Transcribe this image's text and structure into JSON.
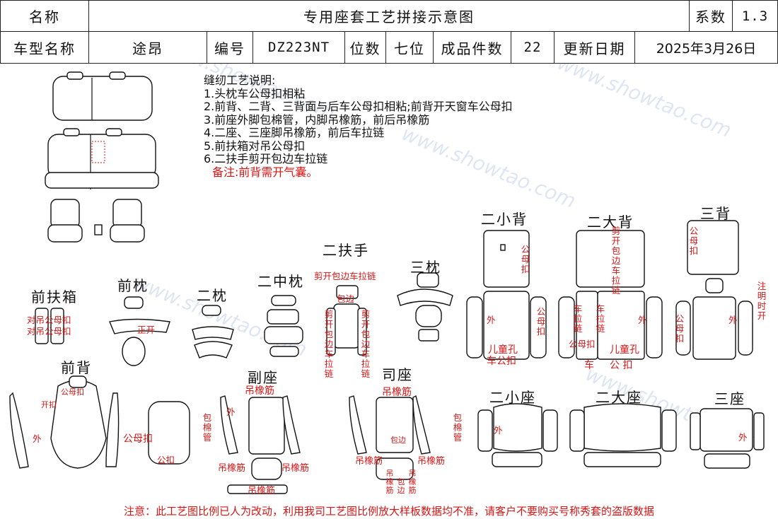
{
  "header": {
    "name_label": "名称",
    "title": "专用座套工艺拼接示意图",
    "coef_label": "系数",
    "coef_value": "1.3",
    "model_label": "车型名称",
    "model_value": "途昂",
    "code_label": "编号",
    "code_value": "DZ223NT",
    "seats_label": "位数",
    "seats_value": "七位",
    "pieces_label": "成品件数",
    "pieces_value": "22",
    "date_label": "更新日期",
    "date_value": "2025年3月26日"
  },
  "notes": {
    "title": "缝纫工艺说明:",
    "items": [
      "1.头枕车公母扣相粘",
      "2.前背、二背、三背面与后车公母扣相粘;前背开天窗车公母扣",
      "3.前座外脚包棉管，内脚吊橡筋，前后吊橡筋",
      "4.二座、三座脚吊橡筋，前后车拉链",
      "5.前扶箱对吊公母扣",
      "6.二扶手剪开包边车拉链"
    ],
    "remark": "备注:前背需开气囊。"
  },
  "parts": {
    "front_armrest": "前扶箱",
    "front_headrest": "前枕",
    "second_headrest": "二枕",
    "second_mid_headrest": "二中枕",
    "second_armrest": "二扶手",
    "third_headrest": "三枕",
    "second_small_back": "二小背",
    "second_big_back": "二大背",
    "third_back": "三背",
    "front_back": "前背",
    "passenger_seat": "副座",
    "driver_seat": "司座",
    "second_small_seat": "二小座",
    "second_big_seat": "二大座",
    "third_seat": "三座"
  },
  "annotations": {
    "armrest_snap_1": "对吊公母扣",
    "armrest_snap_2": "对吊公母扣",
    "headrest_open": "正开",
    "armrest_cut": "剪开包边车拉链",
    "armrest_edge": "包边",
    "armrest_left_v": "剪开包边车拉链",
    "armrest_right_v": "剪开包边车拉链",
    "small_back_snap": "公母扣",
    "small_back_outer": "外",
    "small_back_snap2": "公母扣",
    "small_back_child": "儿童孔",
    "small_back_car": "车公扣",
    "big_back_v": "剪开包边车拉链",
    "big_back_zip1": "车拉链",
    "big_back_zip2": "车拉链",
    "big_back_snap": "公母扣",
    "big_back_outer": "外",
    "big_back_child": "儿童孔",
    "big_back_car": "车",
    "big_back_snap3": "公  扣",
    "third_back_snap": "公母扣",
    "third_back_outer": "外",
    "third_back_snap2": "公母扣",
    "third_back_note": "注明时开",
    "front_back_snap": "公母扣",
    "front_back_open": "开扣",
    "front_back_outer": "外",
    "front_back_snap2": "公母扣",
    "front_back_snap3": "公扣",
    "pass_elastic_top": "吊橡筋",
    "pass_outer": "外",
    "pass_cotton": "包棉管",
    "pass_elastic_l": "吊橡筋",
    "pass_elastic_r": "吊橡筋",
    "pass_elastic_bottom": "吊橡筋",
    "drv_elastic_top": "吊橡筋",
    "drv_edge": "包边",
    "drv_cotton": "包棉管",
    "drv_elastic_l": "吊橡筋",
    "drv_elastic_r": "吊橡筋",
    "drv_elastic_b1": "吊橡筋",
    "drv_edge_b": "包边",
    "drv_elastic_b2": "吊橡筋",
    "small_seat_outer": "外",
    "third_seat_outer": "外"
  },
  "footer": "注意：此工艺图比例已人为改动，利用我司工艺图比例放大样板数据均不准，请客户不要购买号称秀套的盗版数据",
  "colors": {
    "accent_red": "#d81414",
    "line": "#111111",
    "watermark": "#dfe6f3"
  }
}
